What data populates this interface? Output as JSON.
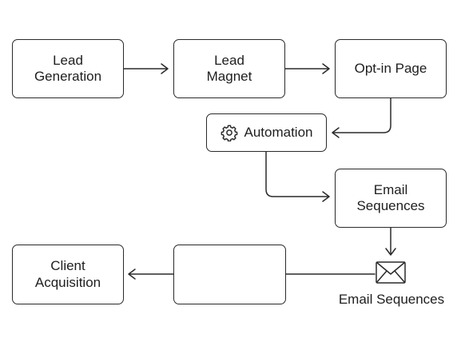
{
  "nodes": {
    "lead_generation": "Lead\nGeneration",
    "lead_magnet": "Lead\nMagnet",
    "opt_in_page": "Opt-in Page",
    "automation": "Automation",
    "email_sequences_box": "Email\nSequences",
    "blank_box": "",
    "client_acquisition": "Client\nAcquisition"
  },
  "email_icon_caption": "Email Sequences",
  "icons": {
    "automation": "gear-icon",
    "email": "envelope-icon"
  },
  "colors": {
    "stroke": "#2a2a2a",
    "text": "#1e1e1e",
    "background": "#ffffff"
  }
}
